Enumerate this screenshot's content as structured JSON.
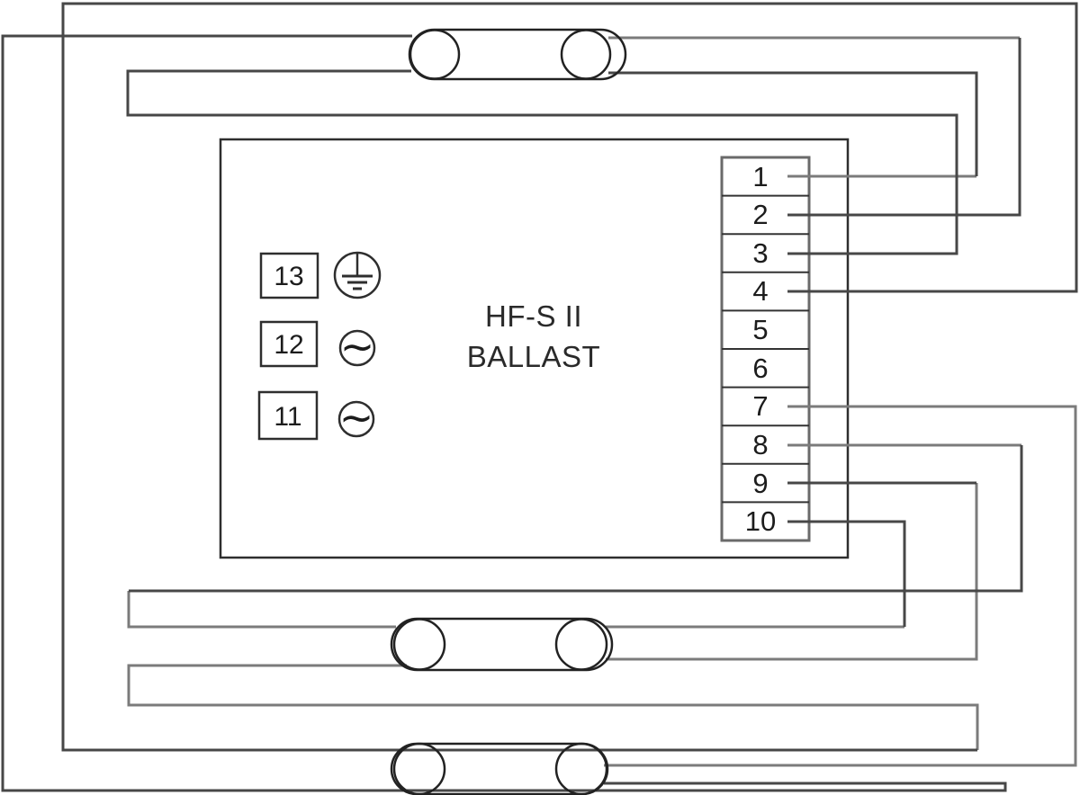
{
  "diagram": {
    "type": "wiring-diagram",
    "ballast": {
      "name_line1": "HF-S II",
      "name_line2": "BALLAST"
    },
    "right_terminal_labels": [
      "1",
      "2",
      "3",
      "4",
      "5",
      "6",
      "7",
      "8",
      "9",
      "10"
    ],
    "left_terminals": [
      {
        "label": "13",
        "symbol": "protective-earth-icon"
      },
      {
        "label": "12",
        "symbol": "ac-supply-icon"
      },
      {
        "label": "11",
        "symbol": "ac-supply-icon"
      }
    ],
    "ac_symbol_glyph": "~",
    "lamps": [
      "top-lamp",
      "middle-lamp",
      "bottom-lamp"
    ],
    "colors": {
      "background": "#ffffff",
      "outline": "#2e2e2e",
      "wire_dark": "#474747",
      "wire_gray": "#7b7b7b"
    }
  }
}
